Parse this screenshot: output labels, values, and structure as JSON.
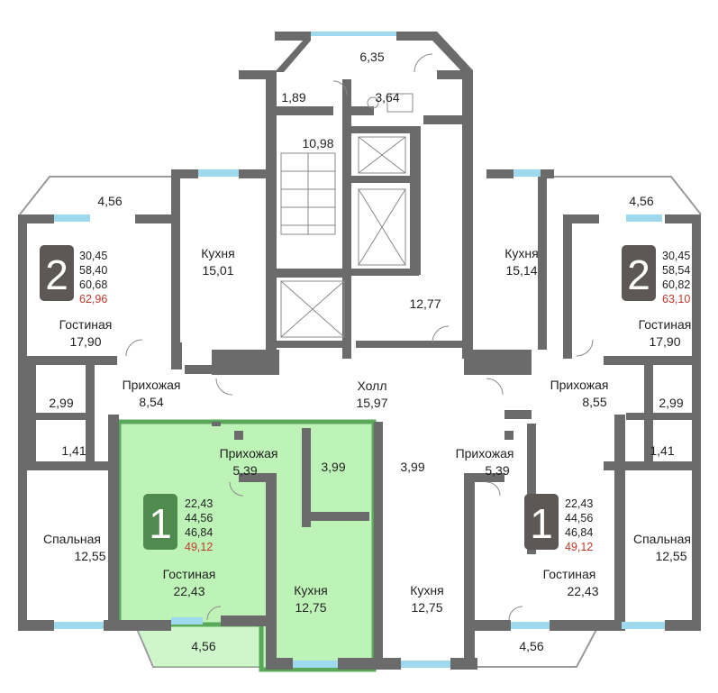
{
  "colors": {
    "wall": "#6b6b6b",
    "wall_dark": "#555555",
    "highlight_fill": "#a8efa0",
    "highlight_border": "#5aa85a",
    "window": "#9fd9ee",
    "badge_dark": "#5d5755",
    "badge_green": "#4f8a4f",
    "price": "#c0392b"
  },
  "top": {
    "balcony_area": "6,35",
    "small_room": "1,89",
    "bathroom": "3,64",
    "stair_hall": "10,98"
  },
  "core": {
    "lift_hall": "12,77",
    "hall_label": "Холл",
    "hall_area": "15,97"
  },
  "apt_left_2": {
    "rooms": "2",
    "area_living": "30,45",
    "area_total": "58,40",
    "area_with_balcony": "60,68",
    "area_price": "62,96",
    "balcony": "4,56",
    "living_label": "Гостиная",
    "living_area": "17,90",
    "kitchen_label": "Кухня",
    "kitchen_area": "15,01",
    "hallway_label": "Прихожая",
    "hallway_area": "8,54",
    "bath": "2,99",
    "wc": "1,41"
  },
  "apt_right_2": {
    "rooms": "2",
    "area_living": "30,45",
    "area_total": "58,54",
    "area_with_balcony": "60,82",
    "area_price": "63,10",
    "balcony": "4,56",
    "living_label": "Гостиная",
    "living_area": "17,90",
    "kitchen_label": "Кухня",
    "kitchen_area": "15,14",
    "hallway_label": "Прихожая",
    "hallway_area": "8,55",
    "bath": "2,99",
    "wc": "1,41"
  },
  "apt_left_1": {
    "rooms": "1",
    "area_living": "22,43",
    "area_total": "44,56",
    "area_with_balcony": "46,84",
    "area_price": "49,12",
    "balcony": "4,56",
    "living_label": "Гостиная",
    "living_area": "22,43",
    "kitchen_label": "Кухня",
    "kitchen_area": "12,75",
    "hallway_label": "Прихожая",
    "hallway_area": "5,39",
    "bath": "3,99"
  },
  "apt_mid_1": {
    "rooms": "1",
    "area_living": "22,43",
    "area_total": "44,56",
    "area_with_balcony": "46,84",
    "area_price": "49,12",
    "balcony": "4,56",
    "living_label": "Гостиная",
    "living_area": "22,43",
    "kitchen_label": "Кухня",
    "kitchen_area": "12,75",
    "hallway_label": "Прихожая",
    "hallway_area": "5,39",
    "bath": "3,99"
  },
  "bedroom_left": {
    "label": "Спальная",
    "area": "12,55"
  },
  "bedroom_right": {
    "label": "Спальная",
    "area": "12,55"
  }
}
